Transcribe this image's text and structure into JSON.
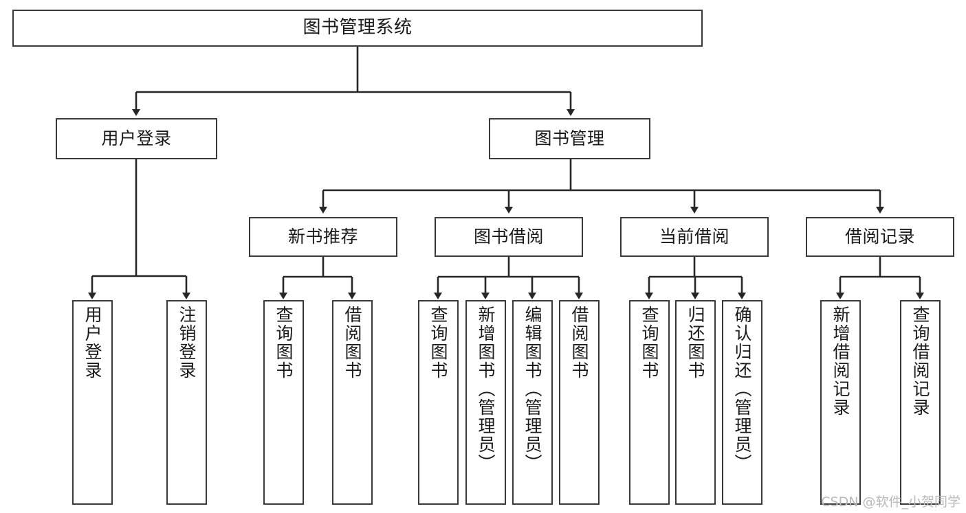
{
  "diagram": {
    "title": "图书管理系统",
    "type": "tree-hierarchy",
    "watermark": "CSDN @软件_小贺同学",
    "colors": {
      "box_border": "#3a3a3a",
      "box_fill": "#ffffff",
      "edge": "#262626",
      "text": "#1a1a1a",
      "watermark": "#b9b9b9",
      "background": "#ffffff"
    },
    "nodes": {
      "root": {
        "label": "图书管理系统"
      },
      "level2": [
        {
          "label": "用户登录"
        },
        {
          "label": "图书管理"
        }
      ],
      "level3": [
        {
          "label": "新书推荐"
        },
        {
          "label": "图书借阅"
        },
        {
          "label": "当前借阅"
        },
        {
          "label": "借阅记录"
        }
      ],
      "leaves": {
        "user_login": [
          {
            "label": "用户登录"
          },
          {
            "label": "注销登录"
          }
        ],
        "new_book_recommend": [
          {
            "label": "查询图书"
          },
          {
            "label": "借阅图书"
          }
        ],
        "book_borrow": [
          {
            "label": "查询图书"
          },
          {
            "label": "新增图书（管理员）"
          },
          {
            "label": "编辑图书（管理员）"
          },
          {
            "label": "借阅图书"
          }
        ],
        "current_borrow": [
          {
            "label": "查询图书"
          },
          {
            "label": "归还图书"
          },
          {
            "label": "确认归还（管理员）"
          }
        ],
        "borrow_record": [
          {
            "label": "新增借阅记录"
          },
          {
            "label": "查询借阅记录"
          }
        ]
      }
    }
  }
}
